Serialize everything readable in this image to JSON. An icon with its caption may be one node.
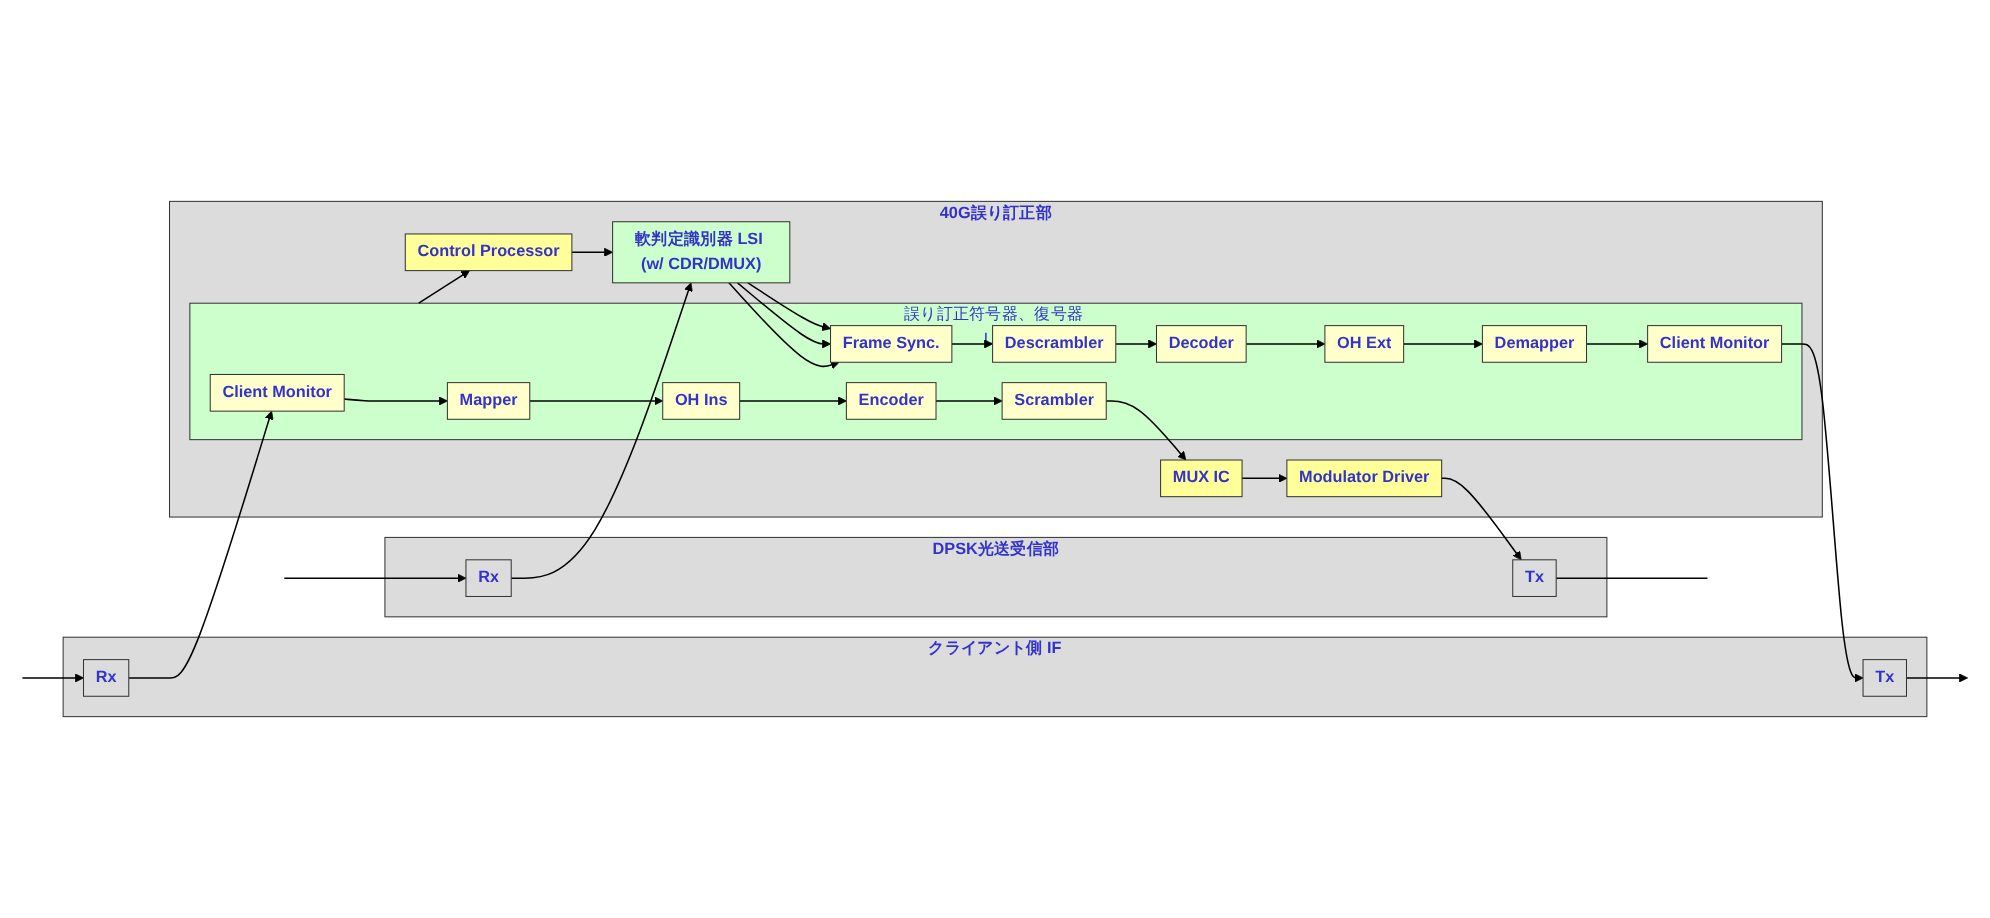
{
  "diagram": {
    "nodes": [
      {
        "text": [
          "クライアント側 IF"
        ]
      },
      {
        "text": [
          "Rx"
        ],
        "in": 0
      },
      {
        "text": [
          "Tx"
        ],
        "in": 0
      },
      {
        "text": [
          "40G誤り訂正部"
        ]
      },
      {
        "text": [
          "誤り訂正符号器、復号器 LSI"
        ],
        "in": 3
      },
      {
        "text": [
          "Client Monitor"
        ],
        "in": 4
      },
      {
        "text": [
          "Mapper"
        ],
        "in": 4
      },
      {
        "text": [
          "OH Ins"
        ],
        "in": 4
      },
      {
        "text": [
          "Encoder"
        ],
        "in": 4
      },
      {
        "text": [
          "Scrambler"
        ],
        "in": 4
      },
      {
        "text": [
          "Client Monitor"
        ],
        "in": 4
      },
      {
        "text": [
          "Demapper"
        ],
        "in": 4
      },
      {
        "text": [
          "OH Ext"
        ],
        "in": 4
      },
      {
        "text": [
          "Decoder"
        ],
        "in": 4
      },
      {
        "text": [
          "Descrambler"
        ],
        "in": 4
      },
      {
        "text": [
          "Frame Sync."
        ],
        "in": 4
      },
      {
        "text": [
          "MUX IC"
        ],
        "in": 3
      },
      {
        "text": [
          "Modulator Driver"
        ],
        "in": 3
      },
      {
        "text": [
          "軟判定識別器 LSI (w/ CDR/DMUX)"
        ],
        "in": 3
      },
      {
        "text": [
          "Control Processor"
        ],
        "in": 3
      },
      {
        "text": [
          "DPSK光送受信部"
        ]
      },
      {
        "text": [
          "Tx"
        ],
        "in": 20
      },
      {
        "text": [
          "Rx"
        ],
        "in": 20
      }
    ],
    "edges": [
      {
        "from": null,
        "to": 1,
        "arrow": "to"
      },
      {
        "from": 1,
        "to": 5,
        "arrow": "to"
      },
      {
        "from": 5,
        "to": 6,
        "arrow": "to"
      },
      {
        "from": 6,
        "to": 7,
        "arrow": "to"
      },
      {
        "from": 7,
        "to": 8,
        "arrow": "to"
      },
      {
        "from": 8,
        "to": 9,
        "arrow": "to"
      },
      {
        "from": 9,
        "to": 16,
        "arrow": "to"
      },
      {
        "from": 16,
        "to": 17,
        "arrow": "to"
      },
      {
        "from": 17,
        "to": 21,
        "arrow": "to"
      },
      {
        "from": 21,
        "to": null,
        "arrow": "none"
      },
      {
        "from": null,
        "to": 22,
        "arrow": "to"
      },
      {
        "from": 22,
        "to": 18,
        "arrow": "to"
      },
      {
        "from": 18,
        "to": 15,
        "arrow": "to"
      },
      {
        "from": 18,
        "to": 15,
        "arrow": "to"
      },
      {
        "from": 18,
        "to": 15,
        "arrow": "to"
      },
      {
        "from": 15,
        "to": 14,
        "arrow": "to"
      },
      {
        "from": 14,
        "to": 13,
        "arrow": "to"
      },
      {
        "from": 13,
        "to": 12,
        "arrow": "to"
      },
      {
        "from": 12,
        "to": 11,
        "arrow": "to"
      },
      {
        "from": 11,
        "to": 10,
        "arrow": "to"
      },
      {
        "from": 10,
        "to": 2,
        "arrow": "to"
      },
      {
        "from": 2,
        "to": null,
        "arrow": "to"
      },
      {
        "from": 4,
        "to": 19,
        "arrow": "to"
      },
      {
        "from": 19,
        "to": 18,
        "arrow": "to"
      }
    ]
  }
}
